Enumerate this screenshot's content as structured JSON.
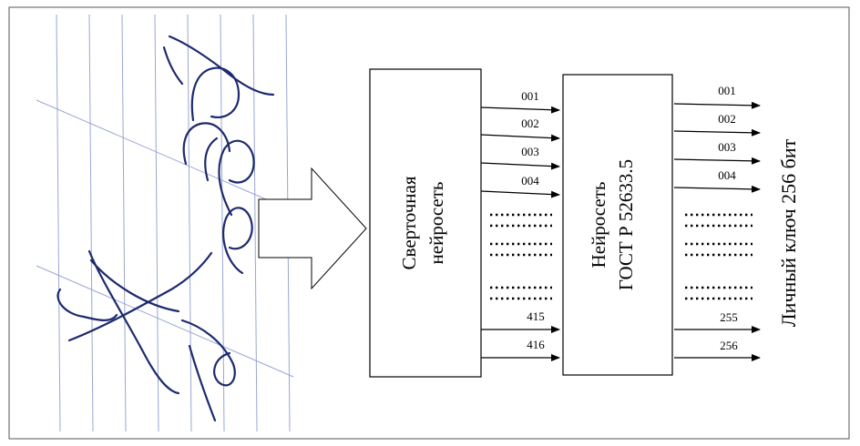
{
  "colors": {
    "ink": "#000000",
    "signature_ink": "#1d2a6e",
    "grid_lines": "#9aa6d2",
    "frame": "#555555",
    "background": "#ffffff"
  },
  "signature": {
    "icon": "handwritten-signature-icon"
  },
  "blocks": {
    "cnn": {
      "line1": "Сверточная",
      "line2": "нейросеть"
    },
    "gost": {
      "line1": "Нейросеть",
      "line2": "ГОСТ Р  52633.5"
    }
  },
  "cnn_outputs": {
    "top": [
      "001",
      "002",
      "003",
      "004"
    ],
    "bottom": [
      "415",
      "416"
    ]
  },
  "gost_outputs": {
    "top": [
      "001",
      "002",
      "003",
      "004"
    ],
    "bottom": [
      "255",
      "256"
    ]
  },
  "key_label": "Личный  ключ  256 бит"
}
